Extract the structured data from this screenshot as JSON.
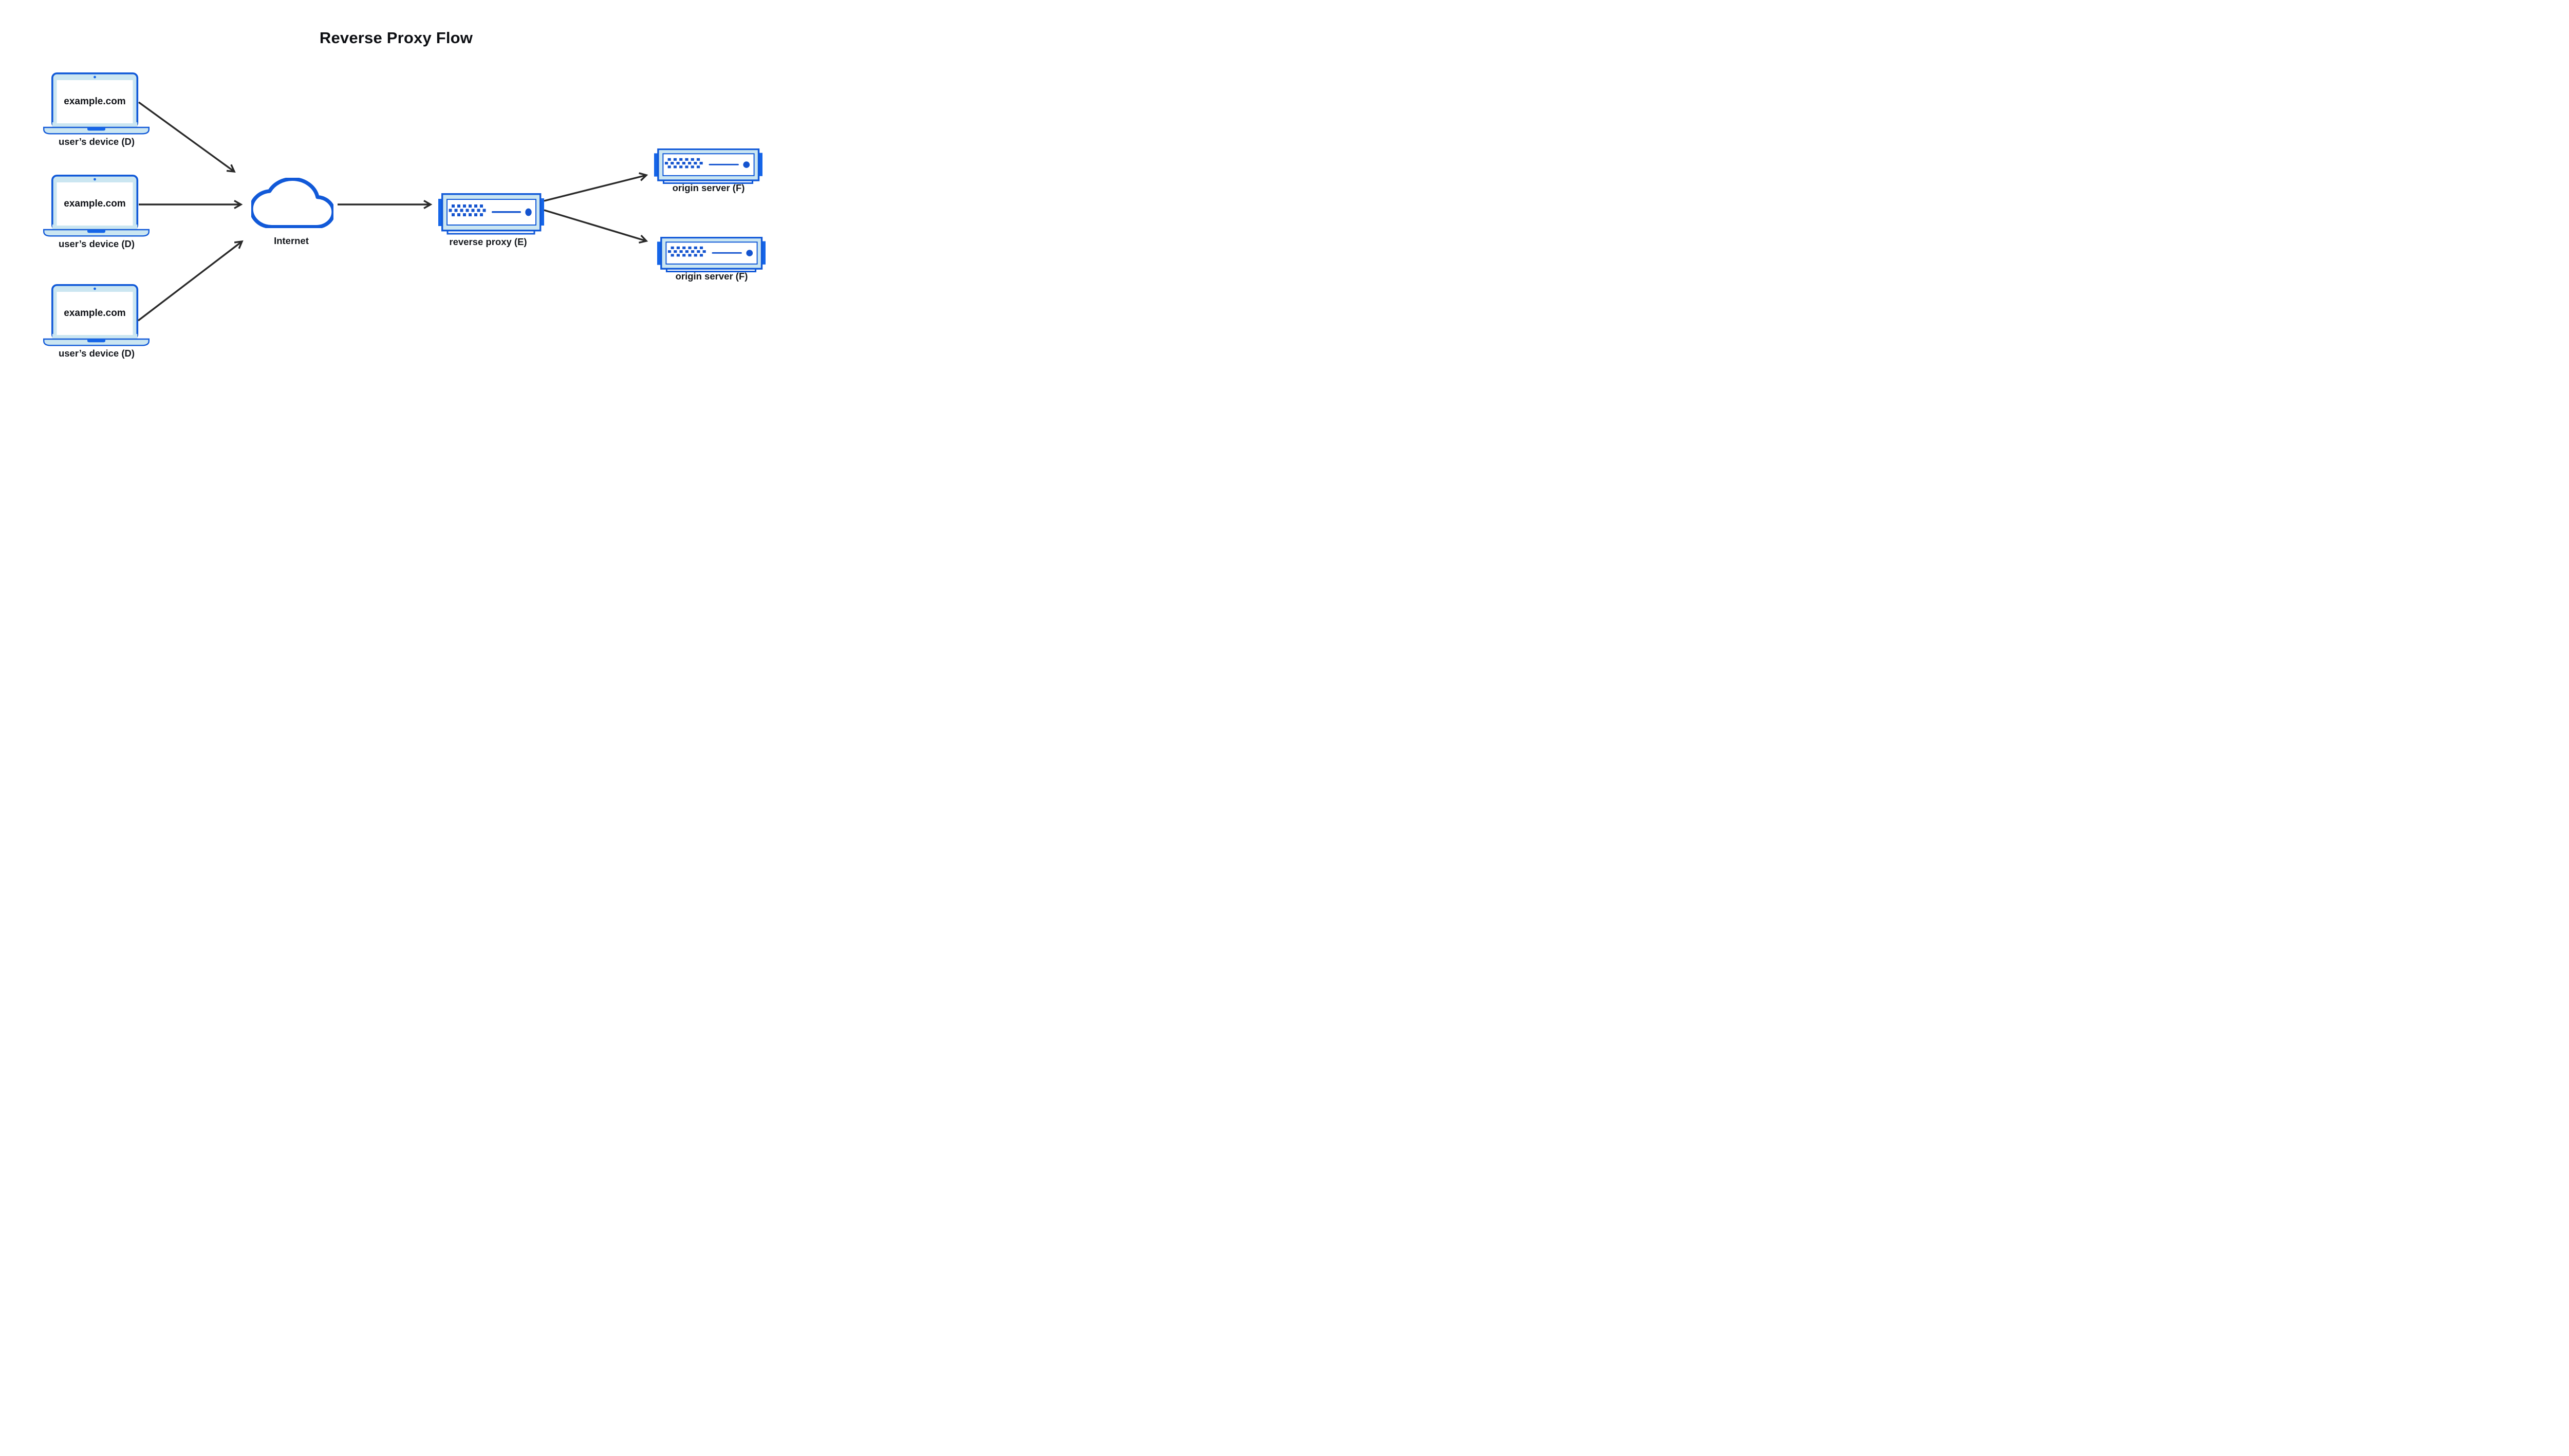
{
  "title": "Reverse Proxy Flow",
  "colors": {
    "accent_stroke": "#1159d8",
    "accent_solid": "#1565e8",
    "accent_fill": "#cbe6f1",
    "detail_blue": "#1454cf",
    "arrow": "#2a2a2a",
    "text": "#14171c"
  },
  "devices": [
    {
      "id": "device-1",
      "screen": "example.com",
      "label": "user’s device (D)"
    },
    {
      "id": "device-2",
      "screen": "example.com",
      "label": "user’s device (D)"
    },
    {
      "id": "device-3",
      "screen": "example.com",
      "label": "user’s device (D)"
    }
  ],
  "internet": {
    "id": "internet",
    "label": "Internet"
  },
  "proxy": {
    "id": "proxy",
    "label": "reverse proxy (E)"
  },
  "origins": [
    {
      "id": "origin-1",
      "label": "origin server (F)"
    },
    {
      "id": "origin-2",
      "label": "origin server (F)"
    }
  ],
  "edges": [
    {
      "from": "device-1",
      "to": "internet"
    },
    {
      "from": "device-2",
      "to": "internet"
    },
    {
      "from": "device-3",
      "to": "internet"
    },
    {
      "from": "internet",
      "to": "proxy"
    },
    {
      "from": "proxy",
      "to": "origin-1"
    },
    {
      "from": "proxy",
      "to": "origin-2"
    }
  ]
}
